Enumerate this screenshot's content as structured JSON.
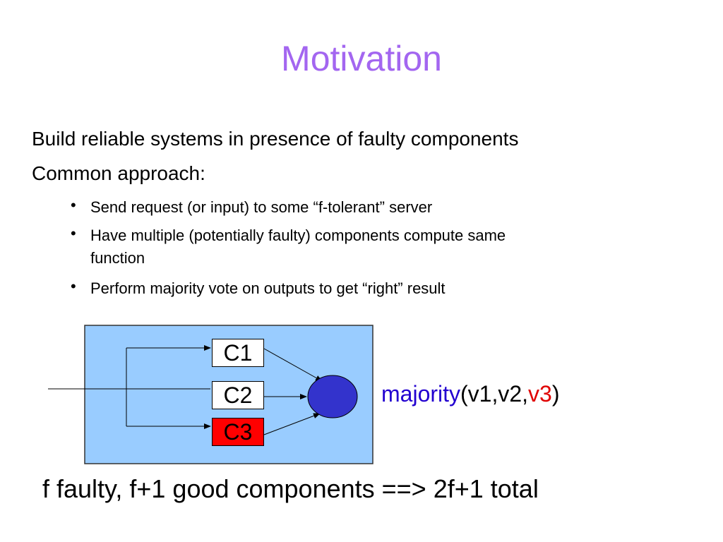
{
  "slide": {
    "title": "Motivation",
    "lines": [
      "Build reliable systems in presence of faulty components",
      "Common approach:"
    ],
    "bullets": [
      {
        "text": "Send request (or input) to some “f-tolerant” server"
      },
      {
        "text": "Have multiple (potentially faulty) components compute same",
        "continuation": "function"
      },
      {
        "text": "Perform majority vote on outputs to get “right” result"
      }
    ],
    "bullet_glyph": "•"
  },
  "diagram": {
    "components": [
      {
        "label": "C1",
        "faulty": false
      },
      {
        "label": "C2",
        "faulty": false
      },
      {
        "label": "C3",
        "faulty": true
      }
    ],
    "voter_label": {
      "fn": "majority",
      "open": "(v1,v2,",
      "bad_arg": "v3",
      "close": ")"
    },
    "colors": {
      "panel": "#99ccff",
      "voter": "#3333cc",
      "faulty": "#ff0000",
      "function": "#2200d0",
      "title": "#a366f0"
    }
  },
  "summary": "f faulty, f+1 good components ==> 2f+1 total"
}
